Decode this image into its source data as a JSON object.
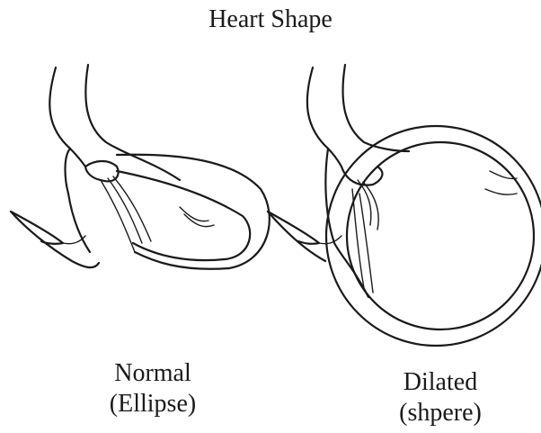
{
  "title": "Heart Shape",
  "normal": {
    "line1": "Normal",
    "line2": "(Ellipse)"
  },
  "dilated": {
    "line1": "Dilated",
    "line2": "(shpere)"
  }
}
